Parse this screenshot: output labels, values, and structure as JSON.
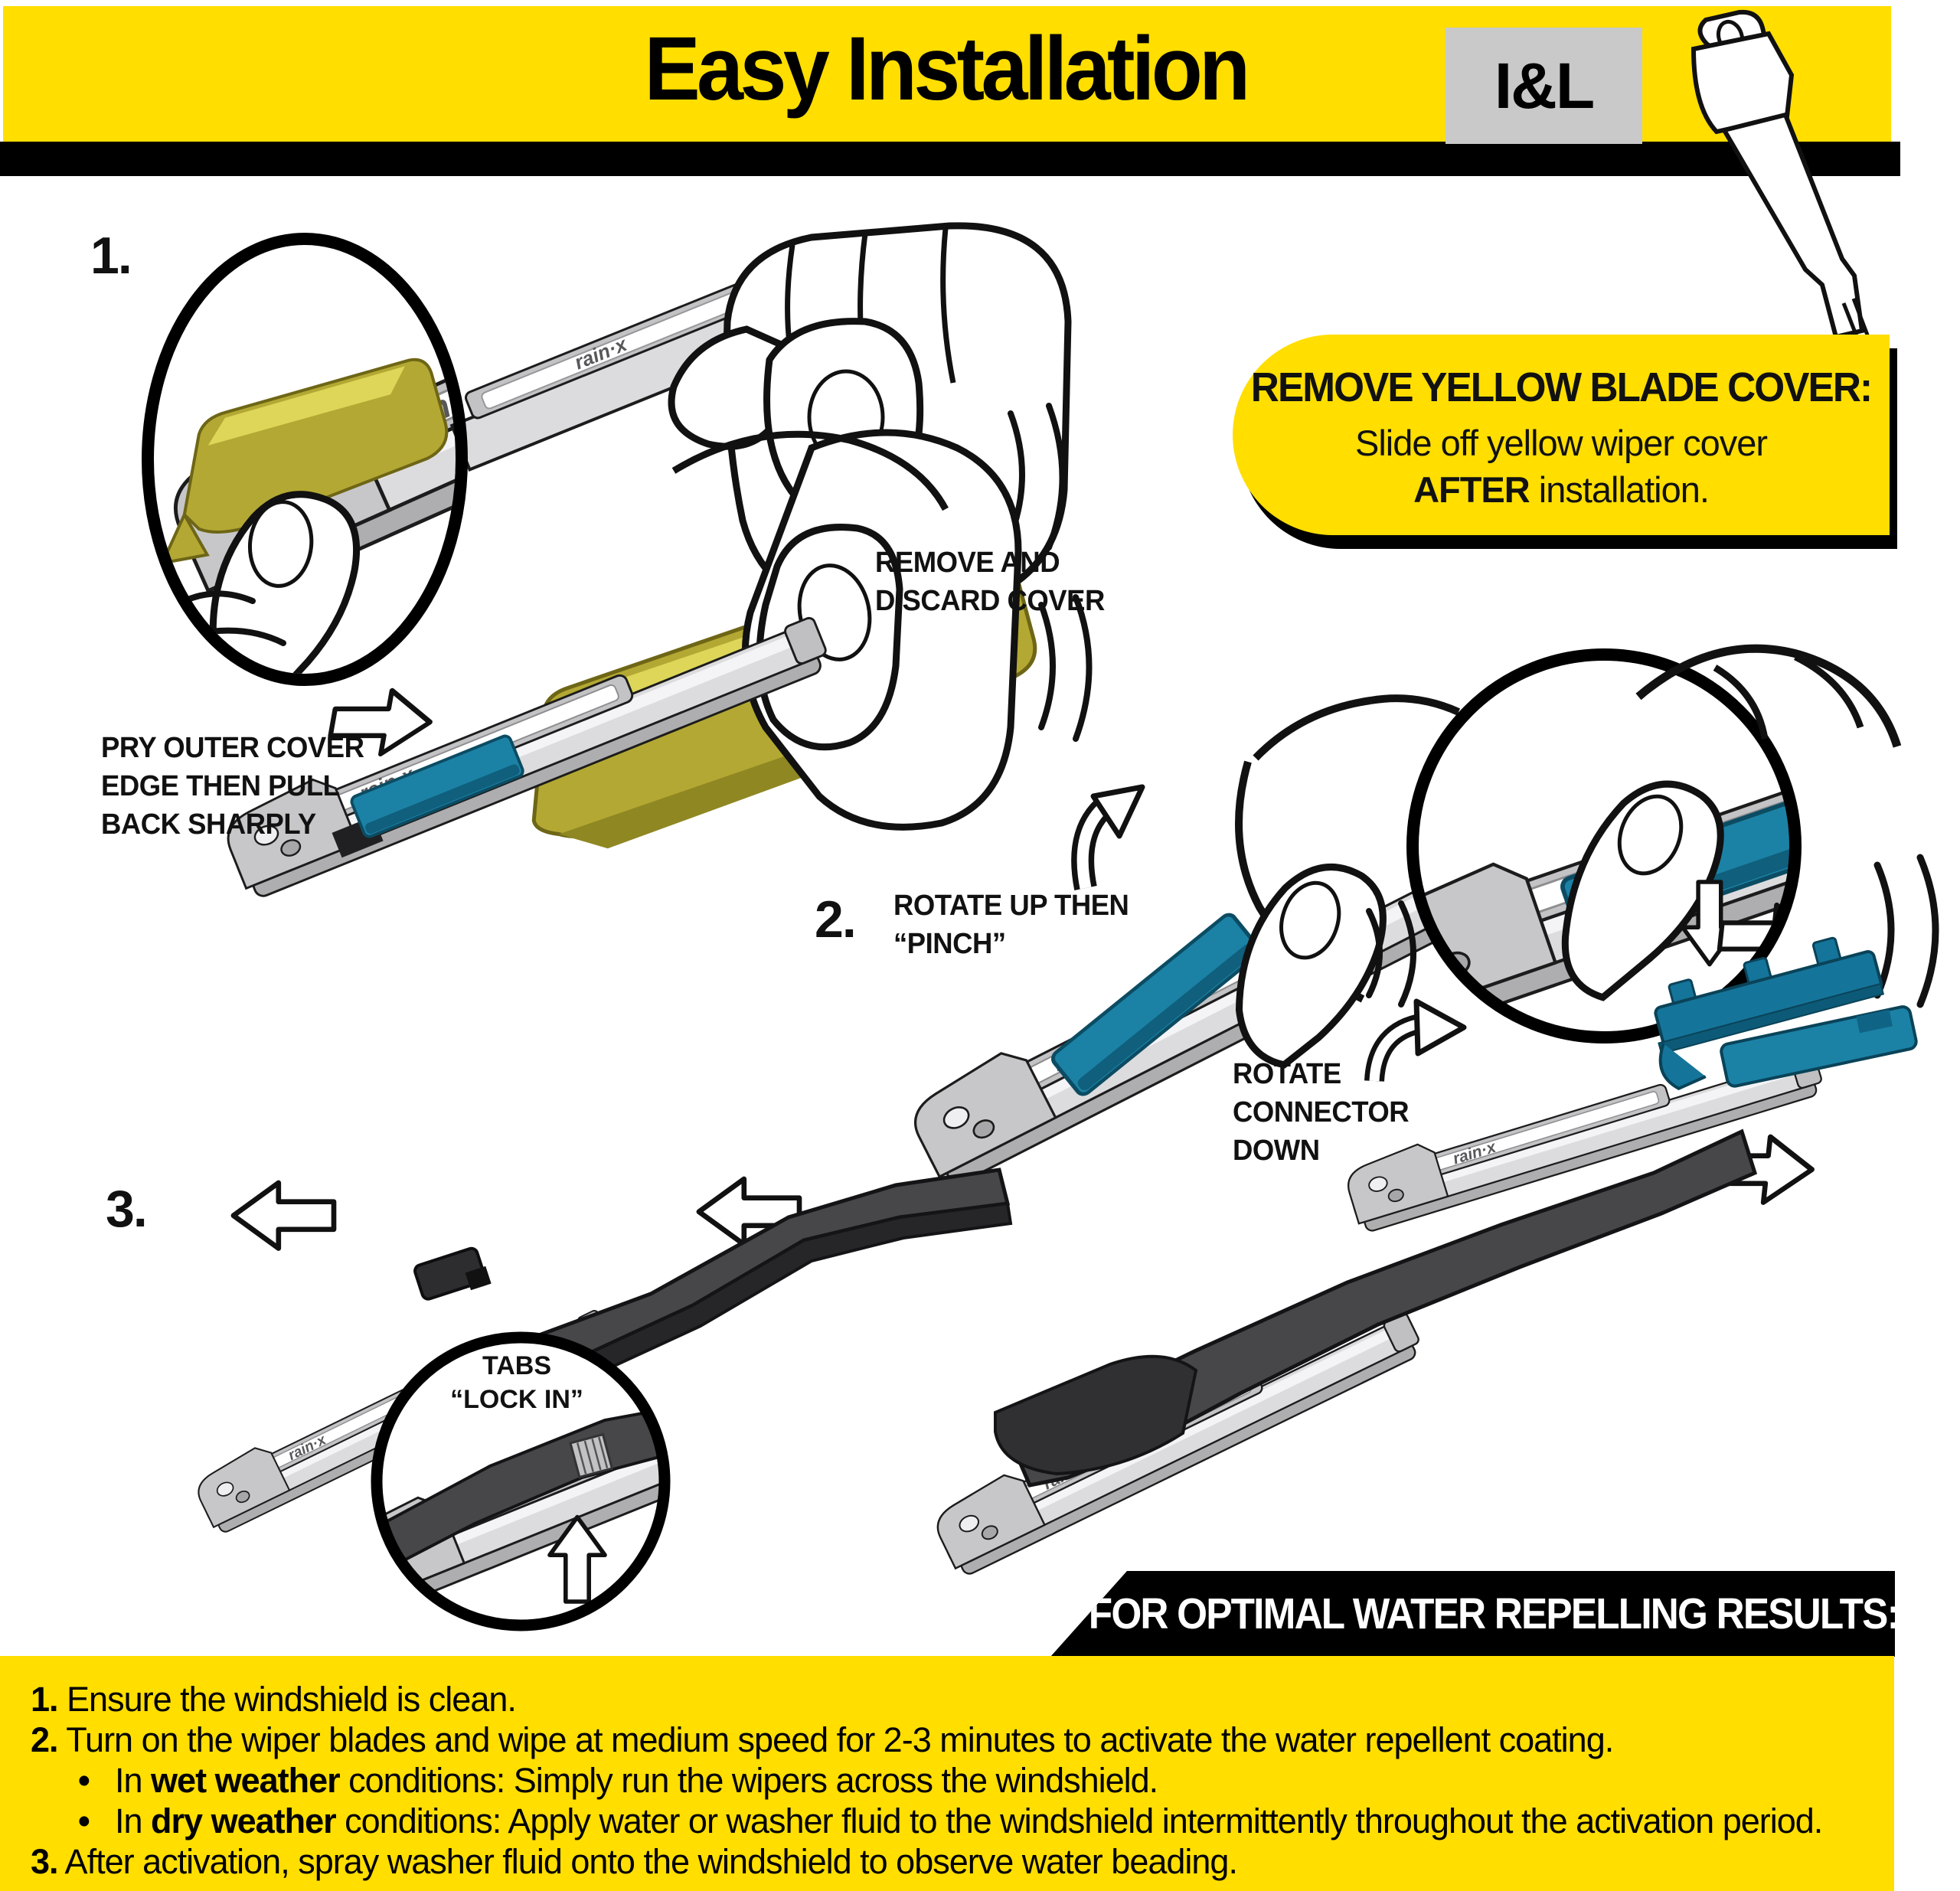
{
  "header": {
    "title": "Easy Installation",
    "badge": "I&L"
  },
  "callout": {
    "heading": "REMOVE YELLOW BLADE COVER:",
    "body_line1": "Slide off yellow wiper cover",
    "body_bold": "AFTER",
    "body_rest": " installation."
  },
  "step1": {
    "number": "1.",
    "pry_lines": [
      "PRY OUTER COVER",
      "EDGE THEN PULL",
      "BACK SHARPLY"
    ],
    "remove_lines": [
      "REMOVE AND",
      "DISCARD COVER"
    ]
  },
  "step2": {
    "number": "2.",
    "rotate_up_lines": [
      "ROTATE UP THEN",
      "“PINCH”"
    ],
    "rotate_connector_lines": [
      "ROTATE",
      "CONNECTOR",
      "DOWN"
    ]
  },
  "step3": {
    "number": "3.",
    "tabs_lines": [
      "TABS",
      "“LOCK IN”"
    ]
  },
  "results_bar": {
    "text": "FOR OPTIMAL WATER REPELLING RESULTS:"
  },
  "brand": {
    "logo": "rain·x"
  },
  "footer": {
    "bullet": "•",
    "lines": [
      {
        "segments": [
          {
            "t": "1.",
            "b": true
          },
          {
            "t": " Ensure the windshield is clean.",
            "b": false
          }
        ]
      },
      {
        "segments": [
          {
            "t": "2.",
            "b": true
          },
          {
            "t": " Turn on the wiper blades and wipe at medium speed for 2-3 minutes to activate the water repellent coating.",
            "b": false
          }
        ]
      },
      {
        "segments": [
          {
            "t": "In ",
            "b": false
          },
          {
            "t": "wet weather",
            "b": true
          },
          {
            "t": " conditions: Simply run the wipers across the windshield.",
            "b": false
          }
        ]
      },
      {
        "segments": [
          {
            "t": "In ",
            "b": false
          },
          {
            "t": "dry weather",
            "b": true
          },
          {
            "t": " conditions: Apply water or washer fluid to the windshield intermittently throughout the activation period.",
            "b": false
          }
        ]
      },
      {
        "segments": [
          {
            "t": "3.",
            "b": true
          },
          {
            "t": " After activation, spray washer fluid onto the windshield to observe water beading.",
            "b": false
          }
        ]
      }
    ]
  },
  "colors": {
    "yellow": "#ffde00",
    "black": "#000000",
    "badge_gray": "#c9c9ca",
    "teal": "#1c82a5",
    "cover_olive": "#b3a833",
    "blade_gray": "#dcdcde",
    "arm_dark": "#47474a"
  }
}
